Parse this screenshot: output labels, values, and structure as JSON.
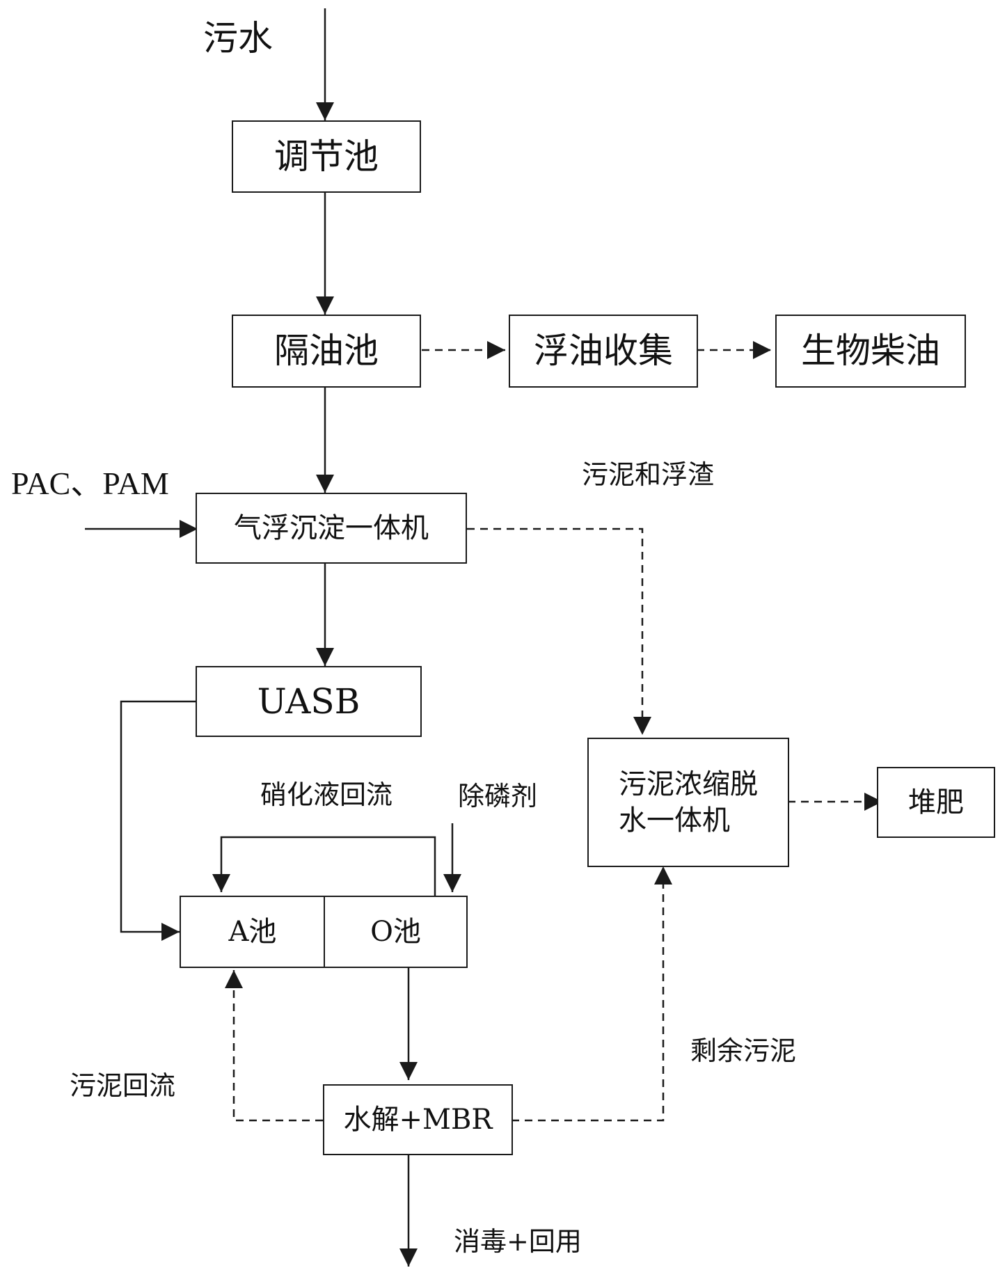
{
  "nodes": {
    "tiaojie": "调节池",
    "geyou": "隔油池",
    "fuyou": "浮油收集",
    "chaiyou": "生物柴油",
    "qifu": "气浮沉淀一体机",
    "uasb": "UASB",
    "a_pool": "A池",
    "o_pool": "O池",
    "mbr": "水解+MBR",
    "dewater_line1": "污泥浓缩脱",
    "dewater_line2": "水一体机",
    "compost": "堆肥"
  },
  "labels": {
    "sewage": "污水",
    "pac_pam": "PAC、PAM",
    "sludge_scum": "污泥和浮渣",
    "nitrification_return": "硝化液回流",
    "phosphorus_agent": "除磷剂",
    "sludge_return": "污泥回流",
    "excess_sludge": "剩余污泥",
    "disinfect_reuse": "消毒+回用"
  },
  "colors": {
    "line": "#1a1a1a",
    "text": "#111111",
    "background": "#ffffff"
  }
}
